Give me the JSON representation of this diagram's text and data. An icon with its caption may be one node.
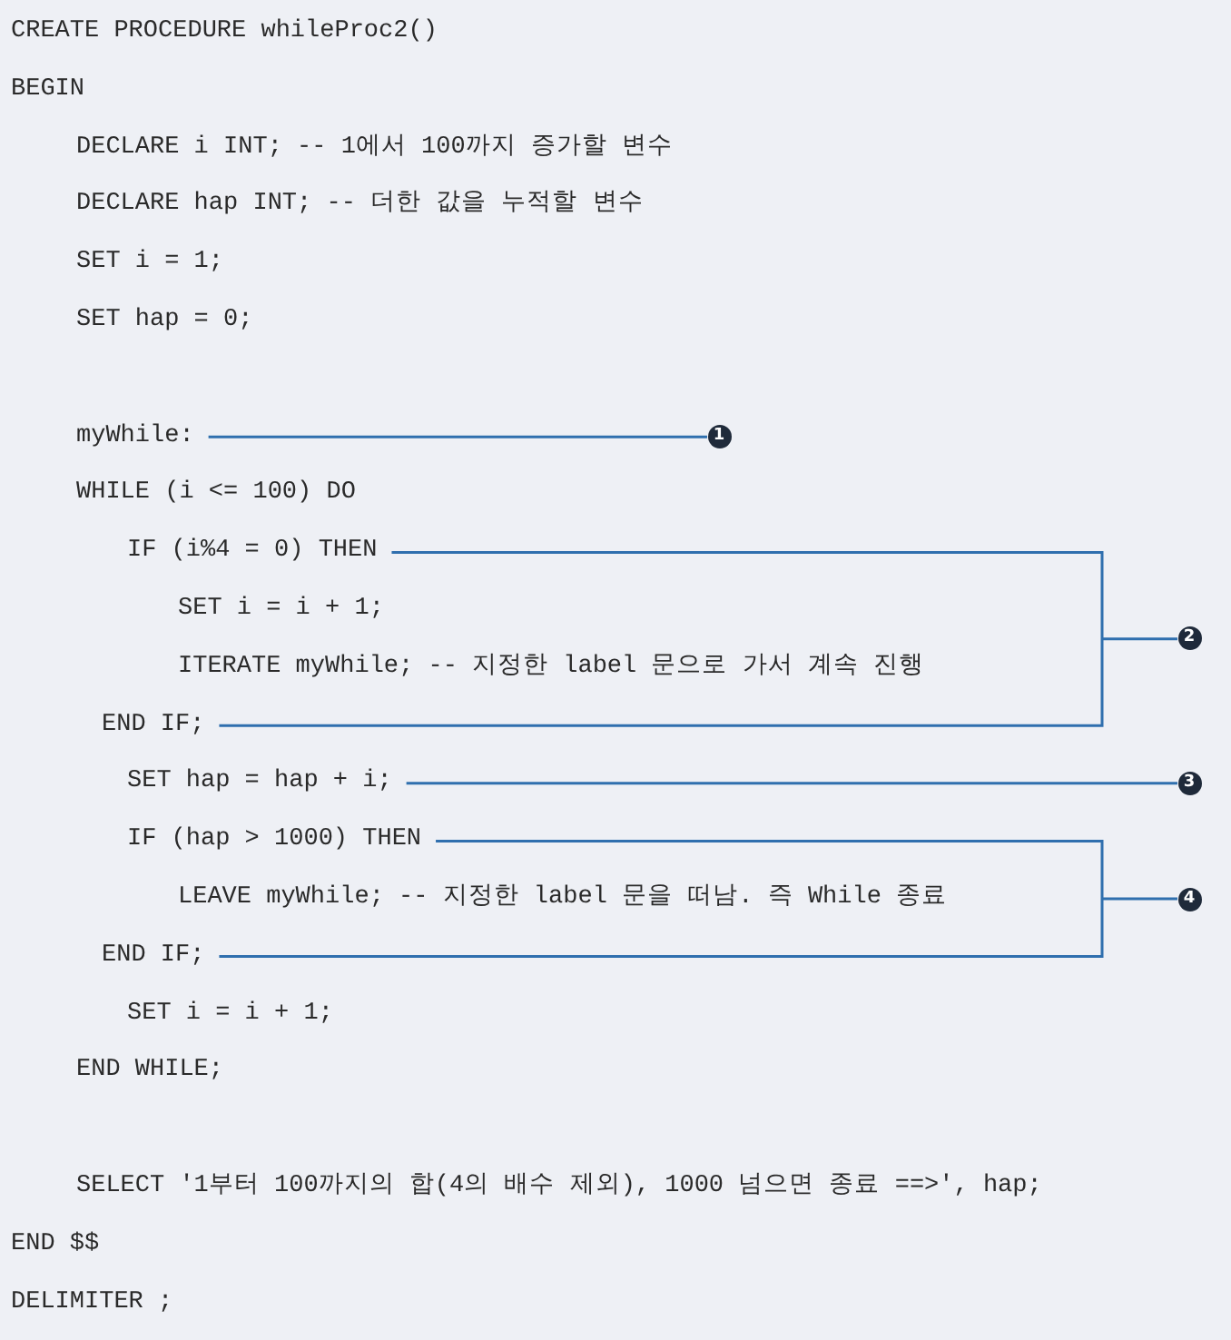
{
  "diagram": {
    "nodes": [
      {
        "text": [
          "myWhile:"
        ]
      },
      {
        "text": [
          "1"
        ]
      },
      {
        "text": [
          "IF (i%4 = 0) THEN",
          "SET i = i + 1;",
          "ITERATE myWhile; -- 지정한 label 문으로 가서 계속 진행",
          "END IF;"
        ]
      },
      {
        "text": [
          "2"
        ]
      },
      {
        "text": [
          "SET hap = hap + i;"
        ]
      },
      {
        "text": [
          "3"
        ]
      },
      {
        "text": [
          "IF (hap > 1000) THEN",
          "LEAVE myWhile; -- 지정한 label 문을 떠남. 즉 While 종료",
          "END IF;"
        ]
      },
      {
        "text": [
          "4"
        ]
      }
    ],
    "edges": [
      {
        "from": 1,
        "to": 0,
        "arrow": "none"
      },
      {
        "from": 3,
        "to": 2,
        "arrow": "none"
      },
      {
        "from": 5,
        "to": 4,
        "arrow": "none"
      },
      {
        "from": 7,
        "to": 6,
        "arrow": "none"
      }
    ],
    "labels": [
      "CREATE PROCEDURE whileProc2()",
      "BEGIN",
      "DECLARE i INT; -- 1에서 100까지 증가할 변수",
      "DECLARE hap INT; -- 더한 값을 누적할 변수",
      "SET i = 1;",
      "SET hap = 0;",
      "WHILE (i <= 100) DO",
      "SET i = i + 1;",
      "END WHILE;",
      "SELECT '1부터 100까지의 합(4의 배수 제외), 1000 넘으면 종료 ==>', hap;",
      "END $$",
      "DELIMITER ;"
    ]
  }
}
